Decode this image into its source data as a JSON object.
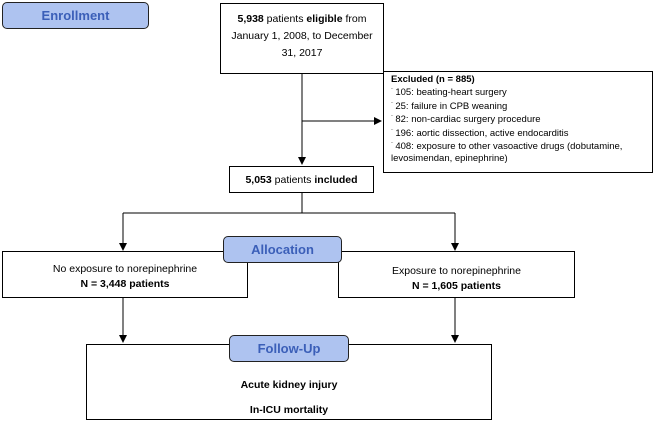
{
  "stages": {
    "enrollment": "Enrollment",
    "allocation": "Allocation",
    "follow_up": "Follow-Up"
  },
  "eligible": {
    "count": "5,938",
    "text_a": " patients ",
    "bold_word": "eligible",
    "text_b": " from January 1, 2008, to December 31, 2017"
  },
  "excluded": {
    "title": "Excluded (n = 885)",
    "bullet_glyph": "¨",
    "items": [
      "105: beating-heart surgery",
      "25: failure in CPB weaning",
      "82: non-cardiac surgery procedure",
      "196: aortic dissection, active endocarditis",
      "408: exposure to other vasoactive drugs (dobutamine,"
    ],
    "continuation": "levosimendan, epinephrine)"
  },
  "included": {
    "count": "5,053",
    "text": " patients ",
    "bold_word": "included"
  },
  "no_exposure": {
    "title": "No exposure to norepinephrine",
    "n": "N = 3,448 patients"
  },
  "exposure": {
    "title": "Exposure to norepinephrine",
    "n": "N = 1,605 patients"
  },
  "outcomes": [
    "Acute kidney injury",
    "In-ICU mortality"
  ]
}
